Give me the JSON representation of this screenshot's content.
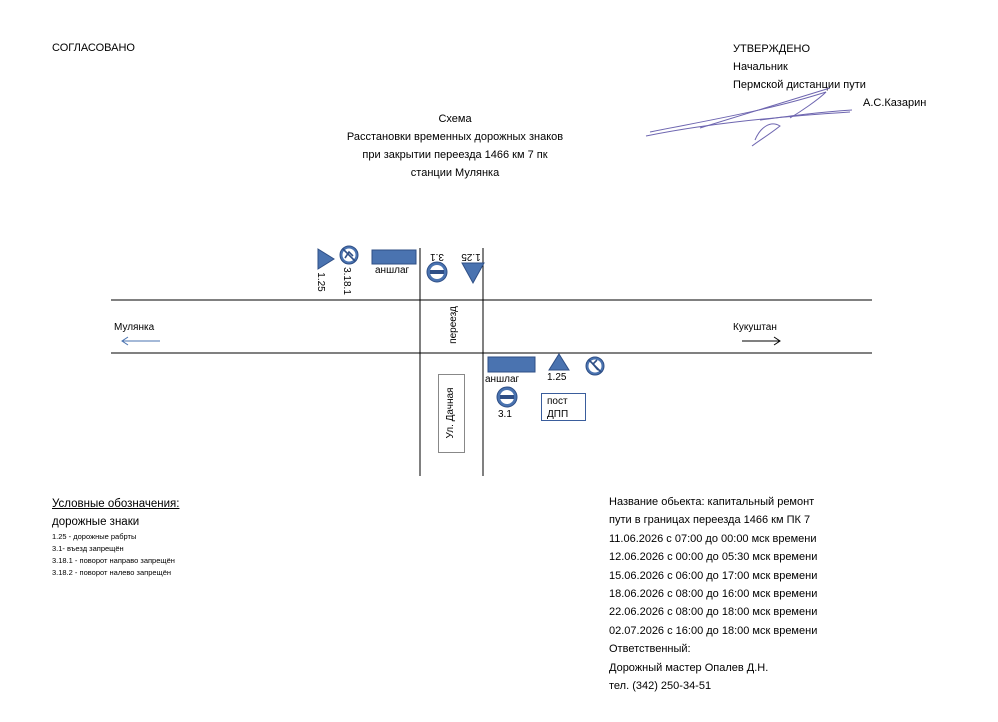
{
  "header": {
    "agreed": "СОГЛАСОВАНО",
    "approved": "УТВЕРЖДЕНО",
    "approver_position": "Начальник",
    "approver_org": "Пермской дистанции пути",
    "approver_name": "А.С.Казарин"
  },
  "title": {
    "line1": "Схема",
    "line2": "Расстановки временных дорожных знаков",
    "line3": "при закрытии переезда 1466 км  7 пк",
    "line4": "станции Мулянка"
  },
  "scheme": {
    "direction_left": "Мулянка",
    "direction_right": "Кукуштан",
    "crossing_label": "переезд",
    "street_label": "Ул. Дачная",
    "barrier_label_left": "аншлаг",
    "barrier_label_right": "аншлаг",
    "sign_125": "1.25",
    "sign_31": "3.1",
    "sign_3181": "3.18.1",
    "post_line1": "пост",
    "post_line2": "ДПП",
    "colors": {
      "sign": "#4a73b0",
      "sign_stroke": "#2f4f86",
      "line": "#000000"
    }
  },
  "legend": {
    "heading": "Условные обозначения:",
    "subheading": "дорожные знаки",
    "items": [
      "1.25 - дорожные рабрты",
      "3.1- въезд запрещён",
      "3.18.1 - поворот направо запрещён",
      "3.18.2 - поворот налево запрещён"
    ]
  },
  "info": {
    "lines": [
      "Название обьекта: капитальный ремонт",
      "пути в границах переезда 1466 км ПК 7",
      "11.06.2026 с 07:00 до 00:00 мск времени",
      "12.06.2026 с 00:00 до 05:30 мск времени",
      "15.06.2026 с 06:00 до 17:00 мск времени",
      "18.06.2026 с 08:00 до 16:00 мск времени",
      "22.06.2026 с 08:00 до 18:00 мск времени",
      "02.07.2026 с 16:00 до 18:00 мск времени",
      "Ответственный:",
      "Дорожный мастер Опалев Д.Н.",
      "тел. (342) 250-34-51"
    ]
  }
}
